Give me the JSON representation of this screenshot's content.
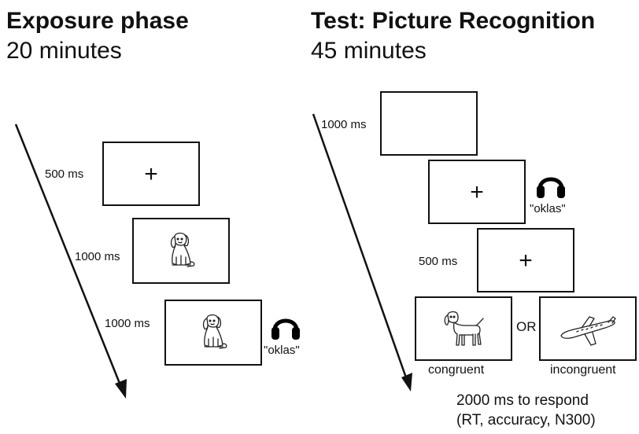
{
  "exposure": {
    "title": "Exposure phase",
    "duration": "20 minutes",
    "steps": [
      {
        "time": "500 ms",
        "content": "+"
      },
      {
        "time": "1000 ms",
        "content": "dog-picture"
      },
      {
        "time": "1000 ms",
        "content": "dog-picture",
        "audio_word": "\"oklas\""
      }
    ]
  },
  "test": {
    "title": "Test: Picture Recognition",
    "duration": "45 minutes",
    "steps": [
      {
        "time": "1000 ms",
        "content": "blank"
      },
      {
        "time": "",
        "content": "+",
        "audio_word": "\"oklas\""
      },
      {
        "time": "500 ms",
        "content": "+"
      }
    ],
    "choice": {
      "or_label": "OR",
      "congruent_label": "congruent",
      "incongruent_label": "incongruent"
    },
    "response_note_line1": "2000 ms to respond",
    "response_note_line2": "(RT, accuracy, N300)"
  },
  "icons": [
    "headphones-icon",
    "dog-icon",
    "airplane-icon"
  ],
  "colors": {
    "line": "#111111",
    "background": "#ffffff"
  }
}
